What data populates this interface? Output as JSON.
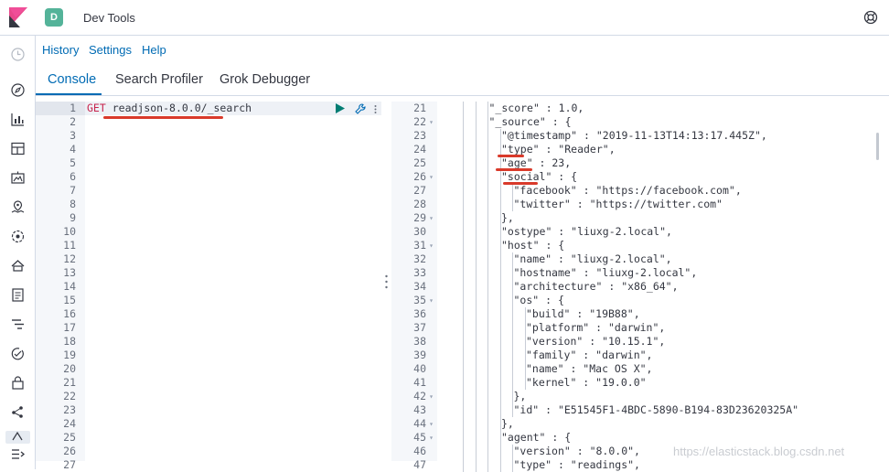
{
  "header": {
    "space_initial": "D",
    "app_title": "Dev Tools",
    "space_color": "#54b399"
  },
  "top_menu": [
    "History",
    "Settings",
    "Help"
  ],
  "tabs": [
    {
      "label": "Console",
      "active": true
    },
    {
      "label": "Search Profiler",
      "active": false
    },
    {
      "label": "Grok Debugger",
      "active": false
    }
  ],
  "sidenav_icons": [
    "clock-icon",
    "discover-icon",
    "visualize-icon",
    "dashboard-icon",
    "canvas-icon",
    "maps-icon",
    "ml-icon",
    "infrastructure-icon",
    "logs-icon",
    "apm-icon",
    "uptime-icon",
    "siem-icon",
    "graph-icon",
    "devtools-icon",
    "collapse-icon"
  ],
  "editor": {
    "method": "GET",
    "path": "readjson-8.0.0/_search",
    "line_numbers": [
      "1",
      "2",
      "3",
      "4",
      "5",
      "6",
      "7",
      "8",
      "9",
      "10",
      "11",
      "12",
      "13",
      "14",
      "15",
      "16",
      "17",
      "18",
      "19",
      "20",
      "21",
      "22",
      "23",
      "24",
      "25",
      "26",
      "27"
    ]
  },
  "output": {
    "lines": [
      {
        "n": "21",
        "fold": false,
        "depth": 3,
        "text": "\"_score\" : 1.0,"
      },
      {
        "n": "22",
        "fold": true,
        "depth": 3,
        "text": "\"_source\" : {"
      },
      {
        "n": "23",
        "fold": false,
        "depth": 4,
        "text": "\"@timestamp\" : \"2019-11-13T14:13:17.445Z\","
      },
      {
        "n": "24",
        "fold": false,
        "depth": 4,
        "text": "\"type\" : \"Reader\","
      },
      {
        "n": "25",
        "fold": false,
        "depth": 4,
        "text": "\"age\" : 23,"
      },
      {
        "n": "26",
        "fold": true,
        "depth": 4,
        "text": "\"social\" : {"
      },
      {
        "n": "27",
        "fold": false,
        "depth": 5,
        "text": "\"facebook\" : \"https://facebook.com\","
      },
      {
        "n": "28",
        "fold": false,
        "depth": 5,
        "text": "\"twitter\" : \"https://twitter.com\""
      },
      {
        "n": "29",
        "fold": true,
        "depth": 4,
        "text": "},"
      },
      {
        "n": "30",
        "fold": false,
        "depth": 4,
        "text": "\"ostype\" : \"liuxg-2.local\","
      },
      {
        "n": "31",
        "fold": true,
        "depth": 4,
        "text": "\"host\" : {"
      },
      {
        "n": "32",
        "fold": false,
        "depth": 5,
        "text": "\"name\" : \"liuxg-2.local\","
      },
      {
        "n": "33",
        "fold": false,
        "depth": 5,
        "text": "\"hostname\" : \"liuxg-2.local\","
      },
      {
        "n": "34",
        "fold": false,
        "depth": 5,
        "text": "\"architecture\" : \"x86_64\","
      },
      {
        "n": "35",
        "fold": true,
        "depth": 5,
        "text": "\"os\" : {"
      },
      {
        "n": "36",
        "fold": false,
        "depth": 6,
        "text": "\"build\" : \"19B88\","
      },
      {
        "n": "37",
        "fold": false,
        "depth": 6,
        "text": "\"platform\" : \"darwin\","
      },
      {
        "n": "38",
        "fold": false,
        "depth": 6,
        "text": "\"version\" : \"10.15.1\","
      },
      {
        "n": "39",
        "fold": false,
        "depth": 6,
        "text": "\"family\" : \"darwin\","
      },
      {
        "n": "40",
        "fold": false,
        "depth": 6,
        "text": "\"name\" : \"Mac OS X\","
      },
      {
        "n": "41",
        "fold": false,
        "depth": 6,
        "text": "\"kernel\" : \"19.0.0\""
      },
      {
        "n": "42",
        "fold": true,
        "depth": 5,
        "text": "},"
      },
      {
        "n": "43",
        "fold": false,
        "depth": 5,
        "text": "\"id\" : \"E51545F1-4BDC-5890-B194-83D23620325A\""
      },
      {
        "n": "44",
        "fold": true,
        "depth": 4,
        "text": "},"
      },
      {
        "n": "45",
        "fold": true,
        "depth": 4,
        "text": "\"agent\" : {"
      },
      {
        "n": "46",
        "fold": false,
        "depth": 5,
        "text": "\"version\" : \"8.0.0\","
      },
      {
        "n": "47",
        "fold": false,
        "depth": 5,
        "text": "\"type\" : \"readings\","
      }
    ]
  },
  "watermark": "https://elasticstack.blog.csdn.net",
  "colors": {
    "accent": "#006bb4",
    "annotation": "#d93a2b",
    "method": "#c7254e"
  }
}
